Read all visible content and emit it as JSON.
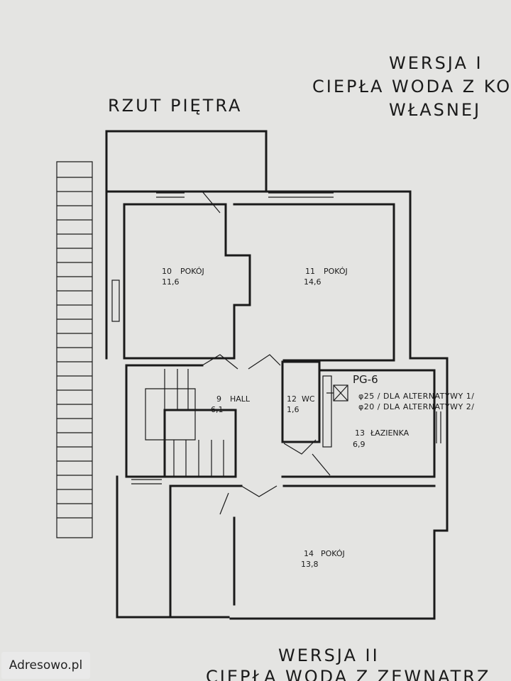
{
  "header": {
    "version_top_line1": "WERSJA I",
    "version_top_line2": "CIEPŁA WODA Z KOT",
    "version_top_line3": "WŁASNEJ",
    "plan_title": "RZUT PIĘTRA"
  },
  "rooms": [
    {
      "number": "10",
      "name": "POKÓJ",
      "area": "11,6"
    },
    {
      "number": "11",
      "name": "POKÓJ",
      "area": "14,6"
    },
    {
      "number": "9",
      "name": "HALL",
      "area": "6,1"
    },
    {
      "number": "12",
      "name": "WC",
      "area": "1,6"
    },
    {
      "number": "13",
      "name": "ŁAZIENKA",
      "area": "6,9"
    },
    {
      "number": "14",
      "name": "POKÓJ",
      "area": "13,8"
    }
  ],
  "annotations": {
    "pg_label": "PG-6",
    "pipe_1": "φ25 / DLA ALTERNATYWY 1/",
    "pipe_2": "φ20 / DLA ALTERNATYWY 2/"
  },
  "footer": {
    "version_bottom_line1": "WERSJA II",
    "version_bottom_line2": "CIEPŁA WODA Z ZEWNĄTRZ"
  },
  "watermark": "Adresowo.pl"
}
